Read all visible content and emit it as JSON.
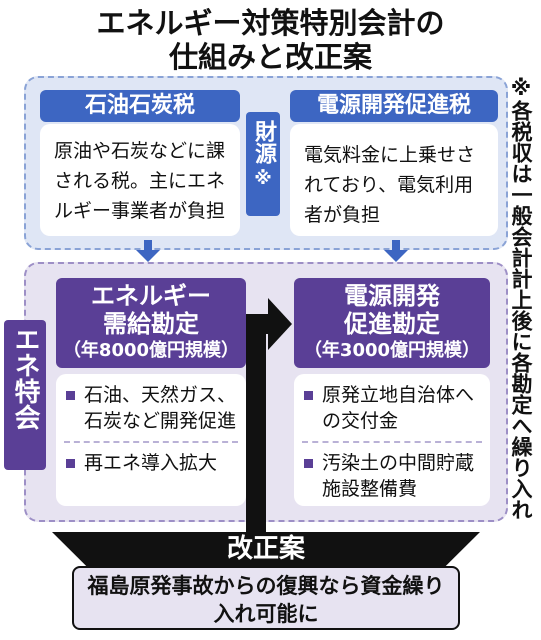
{
  "title": {
    "line1": "エネルギー対策特別会計の",
    "line2": "仕組みと改正案"
  },
  "funding": {
    "label": "財源",
    "label_mark": "※",
    "left": {
      "name": "石油石炭税",
      "description": "原油や石炭などに課される税。主にエネルギー事業者が負担"
    },
    "right": {
      "name": "電源開発促進税",
      "description": "電気料金に上乗せされており、電気利用者が負担"
    }
  },
  "special_account": {
    "label": "エネ特会",
    "left": {
      "name_line1": "エネルギー",
      "name_line2": "需給勘定",
      "scale": "（年8000億円規模）",
      "items": [
        "石油、天然ガス、石炭など開発促進",
        "再エネ導入拡大"
      ]
    },
    "right": {
      "name_line1": "電源開発",
      "name_line2": "促進勘定",
      "scale": "（年3000億円規模）",
      "items": [
        "原発立地自治体への交付金",
        "汚染土の中間貯蔵施設整備費"
      ]
    }
  },
  "reform": {
    "label": "改正案",
    "description": "福島原発事故からの復興なら資金繰り入れ可能に"
  },
  "side_note": "※各税収は一般会計計上後に各勘定へ繰り入れ",
  "colors": {
    "blue_header": "#3d66c2",
    "blue_area": "#dfe6f5",
    "purple_header": "#5a3f96",
    "purple_area": "#e7e3f1",
    "black": "#111111"
  }
}
